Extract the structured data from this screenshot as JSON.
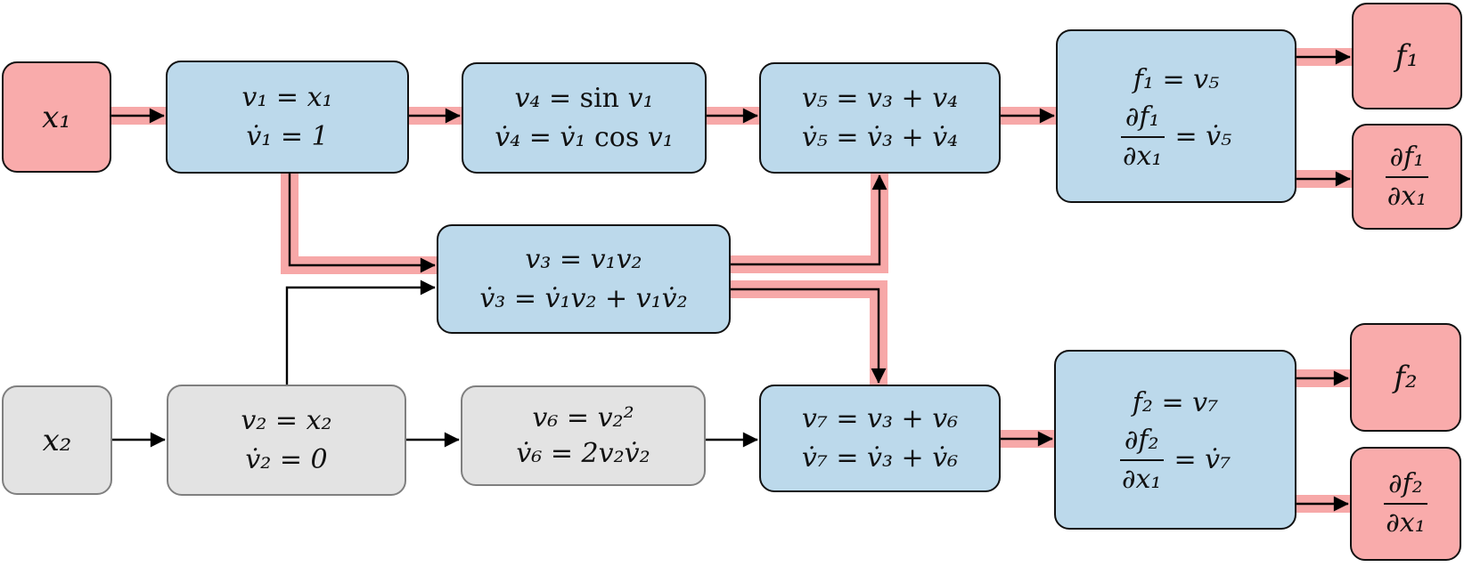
{
  "title": "Forward-mode automatic differentiation computational graph",
  "colors": {
    "highlight_band": "#f7a8a8",
    "node_blue": "#bcd9eb",
    "node_pink": "#f9abab",
    "node_gray": "#e3e3e3",
    "gray_border": "#7f7f7f",
    "line": "#000000",
    "background": "#ffffff"
  },
  "nodes": {
    "x1": {
      "label": "x₁"
    },
    "x2": {
      "label": "x₂"
    },
    "v1": {
      "line1": "v₁ = x₁",
      "line2": "v̇₁ = 1"
    },
    "v2": {
      "line1": "v₂ = x₂",
      "line2": "v̇₂ = 0"
    },
    "v3": {
      "line1": "v₃ = v₁v₂",
      "line2": "v̇₃ = v̇₁v₂ + v₁v̇₂"
    },
    "v4": {
      "line1_pre": "v₄ = ",
      "line1_fn": "sin",
      "line1_post": " v₁",
      "line2_pre": "v̇₄ = v̇₁ ",
      "line2_fn": "cos",
      "line2_post": " v₁"
    },
    "v5": {
      "line1": "v₅ = v₃ + v₄",
      "line2": "v̇₅ = v̇₃ + v̇₄"
    },
    "v6": {
      "line1": "v₆ = v₂²",
      "line2": "v̇₆ = 2v₂v̇₂"
    },
    "v7": {
      "line1": "v₇ = v₃ + v₆",
      "line2": "v̇₇ = v̇₃ + v̇₆"
    },
    "f1": {
      "line1": "f₁ = v₅",
      "frac_num": "∂f₁",
      "frac_den": "∂x₁",
      "rhs": "= v̇₅"
    },
    "f2": {
      "line1": "f₂ = v₇",
      "frac_num": "∂f₂",
      "frac_den": "∂x₁",
      "rhs": "= v̇₇"
    },
    "out_f1": {
      "label": "f₁"
    },
    "out_df1": {
      "num": "∂f₁",
      "den": "∂x₁"
    },
    "out_f2": {
      "label": "f₂"
    },
    "out_df2": {
      "num": "∂f₂",
      "den": "∂x₁"
    }
  },
  "edges": [
    {
      "from": "x1",
      "to": "v1",
      "highlighted": true
    },
    {
      "from": "v1",
      "to": "v4",
      "highlighted": true
    },
    {
      "from": "v4",
      "to": "v5",
      "highlighted": true
    },
    {
      "from": "v5",
      "to": "f1",
      "highlighted": true
    },
    {
      "from": "f1",
      "to": "out_f1",
      "highlighted": true
    },
    {
      "from": "f1",
      "to": "out_df1",
      "highlighted": true
    },
    {
      "from": "v1",
      "to": "v3",
      "highlighted": true
    },
    {
      "from": "v3",
      "to": "v5",
      "highlighted": true
    },
    {
      "from": "v3",
      "to": "v7",
      "highlighted": true
    },
    {
      "from": "v7",
      "to": "f2",
      "highlighted": true
    },
    {
      "from": "f2",
      "to": "out_f2",
      "highlighted": true
    },
    {
      "from": "f2",
      "to": "out_df2",
      "highlighted": true
    },
    {
      "from": "x2",
      "to": "v2",
      "highlighted": false
    },
    {
      "from": "v2",
      "to": "v3",
      "highlighted": false
    },
    {
      "from": "v2",
      "to": "v6",
      "highlighted": false
    },
    {
      "from": "v6",
      "to": "v7",
      "highlighted": false
    }
  ]
}
